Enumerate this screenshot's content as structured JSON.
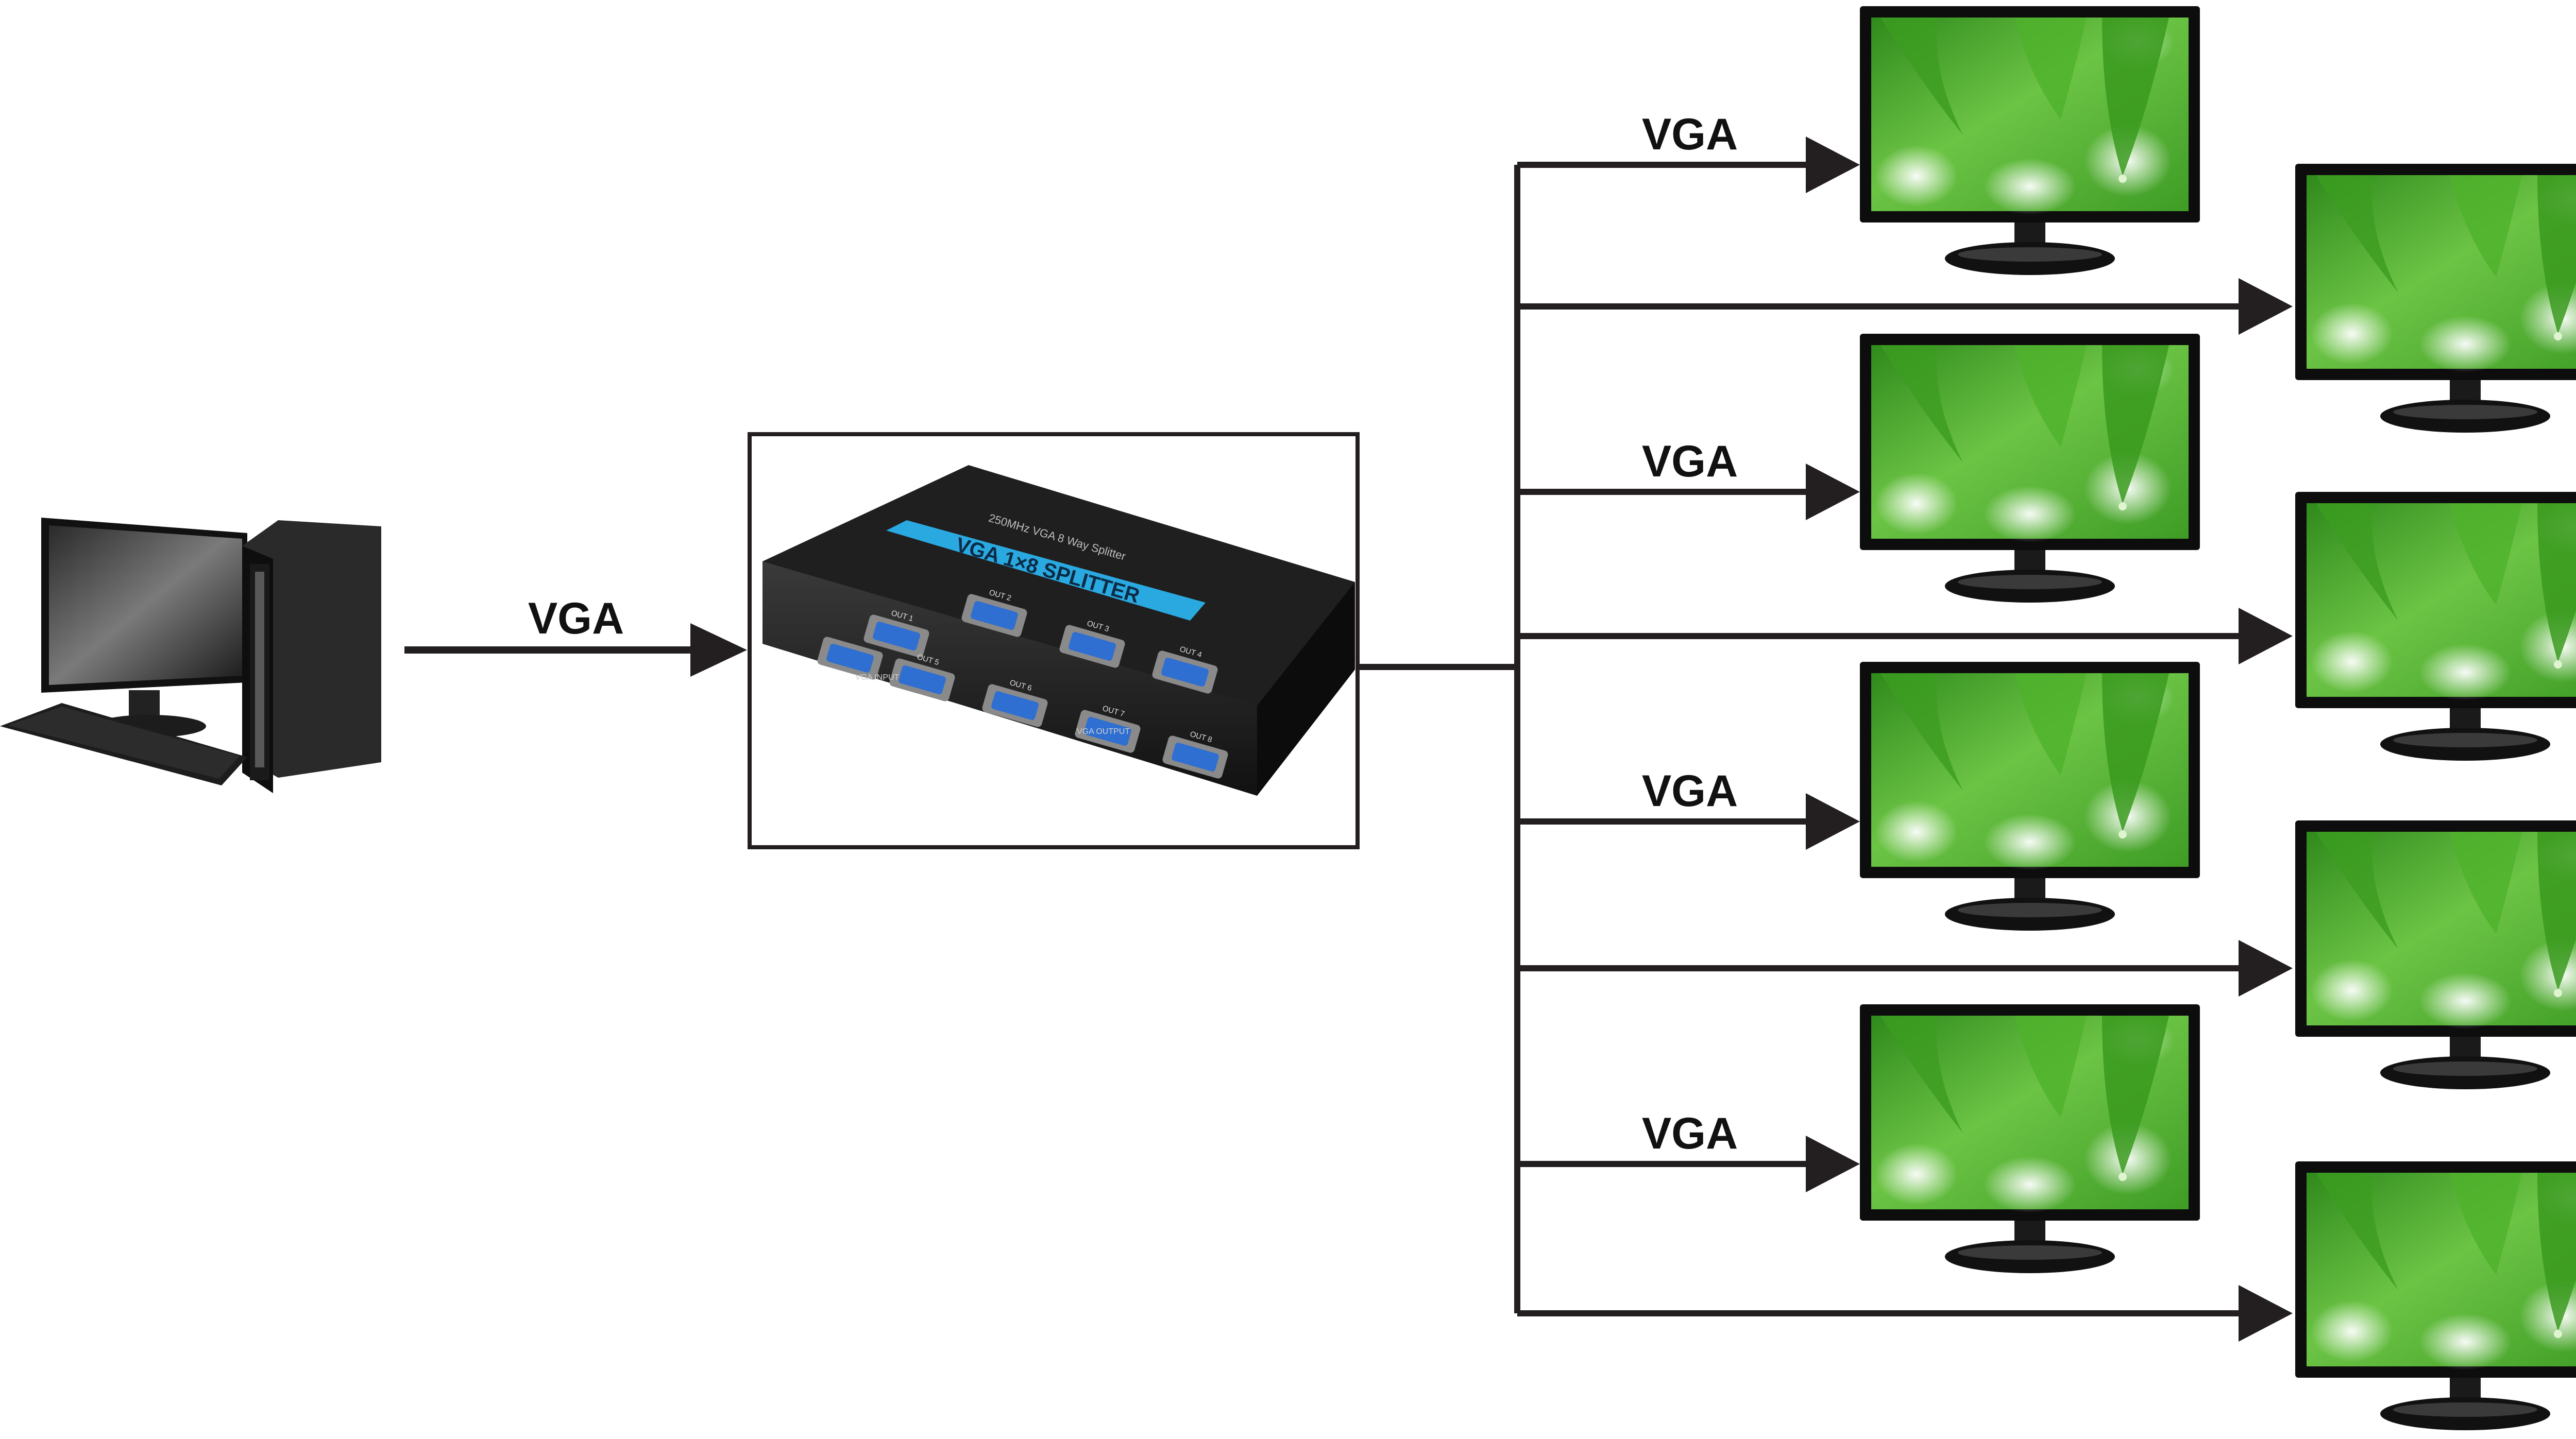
{
  "source_link": {
    "label": "VGA"
  },
  "output_links": [
    {
      "label": "VGA"
    },
    {
      "label": ""
    },
    {
      "label": "VGA"
    },
    {
      "label": ""
    },
    {
      "label": "VGA"
    },
    {
      "label": ""
    },
    {
      "label": "VGA"
    },
    {
      "label": ""
    }
  ],
  "splitter": {
    "body_text": "VGA 1×8 SPLITTER",
    "subtitle": "250MHz VGA 8 Way Splitter",
    "input_label": "VGA INPUT",
    "output_label": "VGA OUTPUT",
    "ports": [
      "OUT 1",
      "OUT 2",
      "OUT 3",
      "OUT 4",
      "OUT 5",
      "OUT 6",
      "OUT 7",
      "OUT 8"
    ]
  },
  "colors": {
    "line": "#231f20",
    "screen_green": "#5fb83a",
    "splitter_stripe": "#2aa9e0",
    "device_black": "#1c1c1c",
    "port_blue": "#2f6fd1"
  }
}
